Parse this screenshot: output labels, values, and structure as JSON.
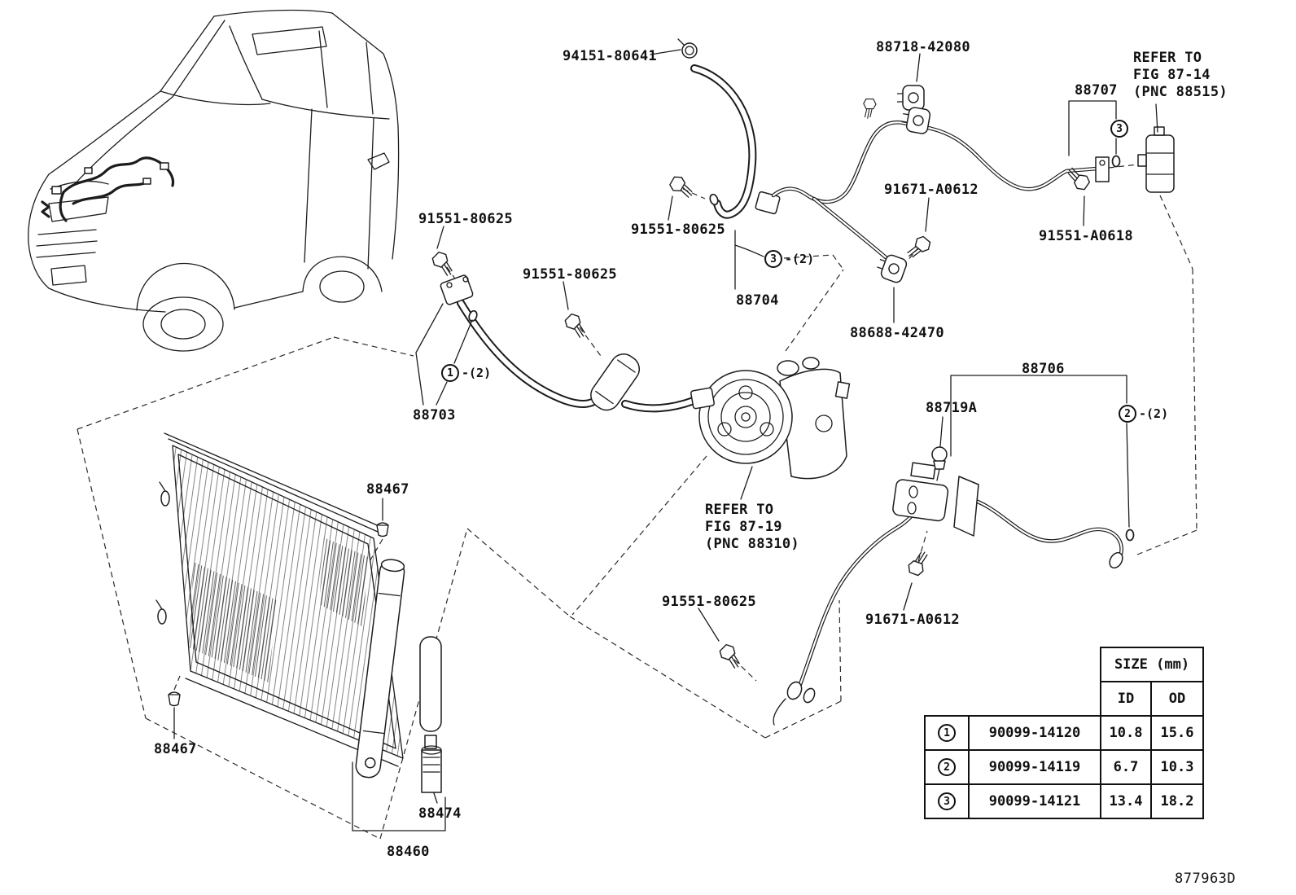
{
  "figure": {
    "doc_code": "877963D"
  },
  "labels": {
    "clamp_94151_80641": "94151-80641",
    "bracket_88718_42080": "88718-42080",
    "pipe_88707": "88707",
    "bolt_91671_a0612": "91671-A0612",
    "bolt_91551_80625": "91551-80625",
    "bolt_91551_a0618": "91551-A0618",
    "hose_88704": "88704",
    "clamp_88688_42470": "88688-42470",
    "hose_88703": "88703",
    "pipe_88706": "88706",
    "sensor_88719a": "88719A",
    "plug_88467": "88467",
    "drier_88474": "88474",
    "condenser_88460": "88460"
  },
  "notes": {
    "refer_fig_87_14": {
      "line1": "REFER TO",
      "line2": "FIG 87-14",
      "line3": "(PNC 88515)"
    },
    "refer_fig_87_19": {
      "line1": "REFER TO",
      "line2": "FIG 87-19",
      "line3": "(PNC 88310)"
    }
  },
  "callouts": {
    "c1": {
      "num": "1",
      "qty": "-(2)"
    },
    "c2": {
      "num": "2",
      "qty": "-(2)"
    },
    "c3_pipe": {
      "num": "3",
      "qty": ""
    },
    "c3_hose": {
      "num": "3",
      "qty": "-(2)"
    }
  },
  "size_table": {
    "title": "SIZE (mm)",
    "col_id": "ID",
    "col_od": "OD",
    "rows": [
      {
        "num": "1",
        "part": "90099-14120",
        "id": "10.8",
        "od": "15.6"
      },
      {
        "num": "2",
        "part": "90099-14119",
        "id": "6.7",
        "od": "10.3"
      },
      {
        "num": "3",
        "part": "90099-14121",
        "id": "13.4",
        "od": "18.2"
      }
    ]
  }
}
